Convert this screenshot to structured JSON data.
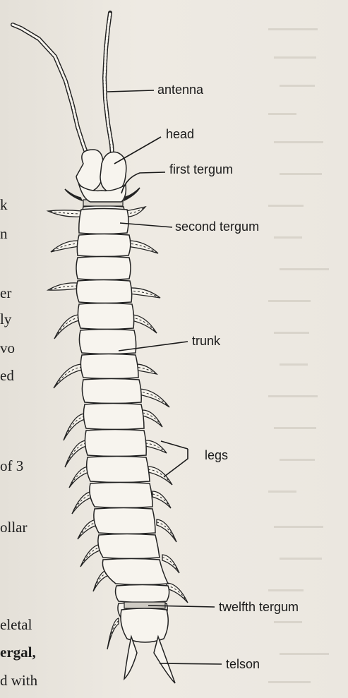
{
  "diagram": {
    "labels": {
      "antenna": "antenna",
      "head": "head",
      "first_tergum": "first tergum",
      "second_tergum": "second tergum",
      "trunk": "trunk",
      "legs": "legs",
      "twelfth_tergum": "twelfth tergum",
      "telson": "telson"
    }
  },
  "left_margin_text": [
    "k",
    "n",
    "er",
    "ly",
    "vo",
    "ed",
    "of 3",
    "ollar",
    "eletal",
    "ergal,",
    "d with"
  ]
}
